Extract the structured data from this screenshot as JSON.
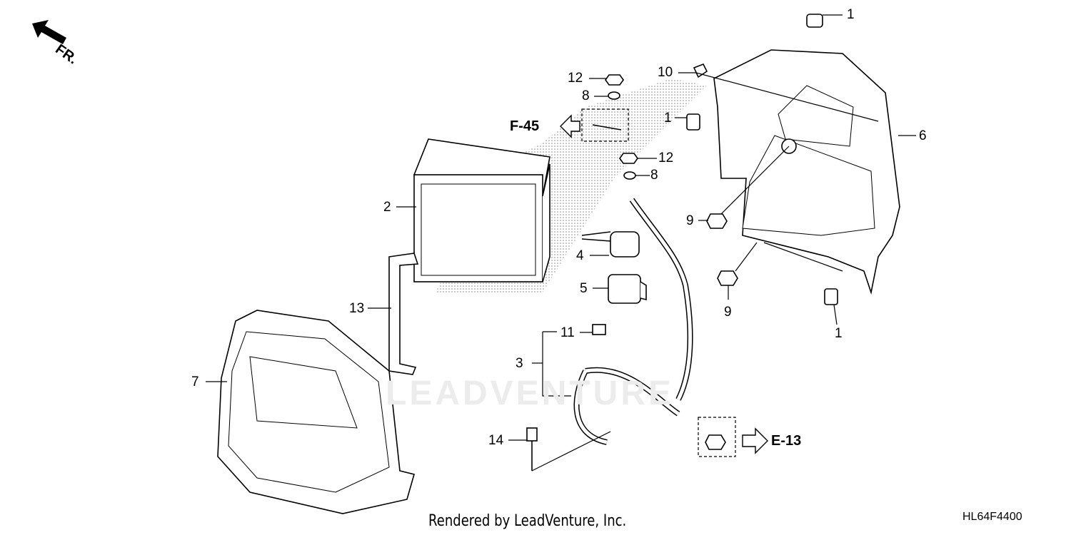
{
  "orientation": {
    "label": "FR."
  },
  "watermark": "LEADVENTURE",
  "callouts": [
    {
      "id": "1a",
      "label": "1"
    },
    {
      "id": "10",
      "label": "10"
    },
    {
      "id": "12a",
      "label": "12"
    },
    {
      "id": "8a",
      "label": "8"
    },
    {
      "id": "1b",
      "label": "1"
    },
    {
      "id": "6",
      "label": "6"
    },
    {
      "id": "12b",
      "label": "12"
    },
    {
      "id": "8b",
      "label": "8"
    },
    {
      "id": "2",
      "label": "2"
    },
    {
      "id": "9a",
      "label": "9"
    },
    {
      "id": "4",
      "label": "4"
    },
    {
      "id": "5",
      "label": "5"
    },
    {
      "id": "9b",
      "label": "9"
    },
    {
      "id": "13",
      "label": "13"
    },
    {
      "id": "1c",
      "label": "1"
    },
    {
      "id": "11",
      "label": "11"
    },
    {
      "id": "3",
      "label": "3"
    },
    {
      "id": "7",
      "label": "7"
    },
    {
      "id": "14",
      "label": "14"
    }
  ],
  "references": {
    "f45": "F-45",
    "e13": "E-13"
  },
  "footer": {
    "credit": "Rendered by LeadVenture, Inc.",
    "diagram_code": "HL64F4400"
  }
}
